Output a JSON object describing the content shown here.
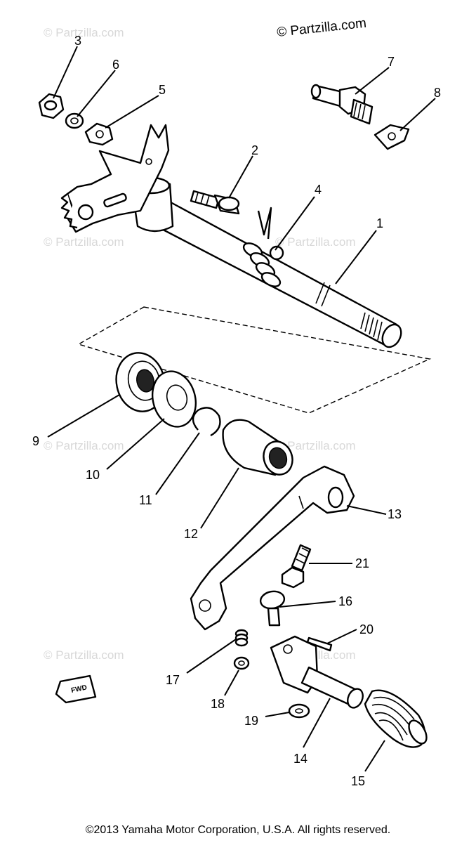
{
  "brand": "© Partzilla.com",
  "watermark": "© Partzilla.com",
  "copyright": "©2013 Yamaha Motor Corporation, U.S.A. All rights reserved.",
  "fwd_label": "FWD",
  "callouts": {
    "c1": "1",
    "c2": "2",
    "c3": "3",
    "c4": "4",
    "c5": "5",
    "c6": "6",
    "c7": "7",
    "c8": "8",
    "c9": "9",
    "c10": "10",
    "c11": "11",
    "c12": "12",
    "c13": "13",
    "c14": "14",
    "c15": "15",
    "c16": "16",
    "c17": "17",
    "c18": "18",
    "c19": "19",
    "c20": "20",
    "c21": "21"
  }
}
